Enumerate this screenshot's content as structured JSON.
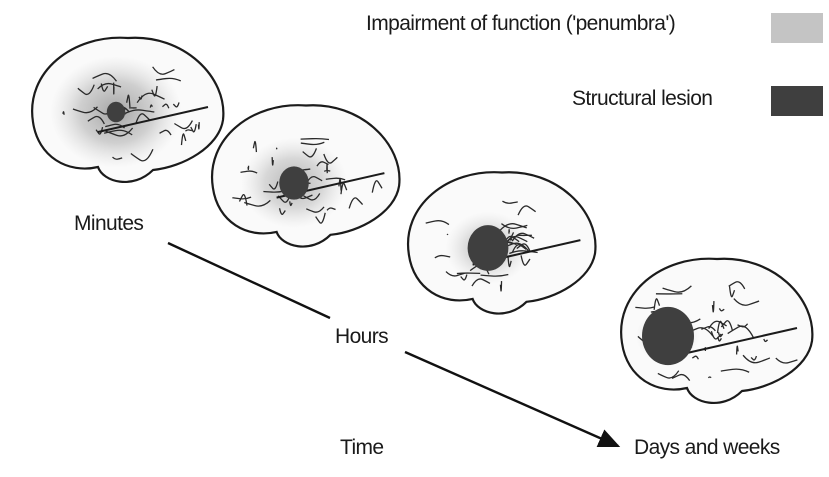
{
  "legend": {
    "penumbra_label": "Impairment of function ('penumbra')",
    "lesion_label": "Structural lesion",
    "penumbra_color": "#c4c4c4",
    "lesion_color": "#3f3f3f"
  },
  "timeline": {
    "minutes": "Minutes",
    "hours": "Hours",
    "days": "Days and weeks",
    "axis": "Time"
  },
  "stages": [
    {
      "stage": "minutes",
      "penumbra_level": 0.9,
      "lesion_level": 0.15
    },
    {
      "stage": "hours-early",
      "penumbra_level": 0.6,
      "lesion_level": 0.35
    },
    {
      "stage": "hours-late",
      "penumbra_level": 0.35,
      "lesion_level": 0.55
    },
    {
      "stage": "days-and-weeks",
      "penumbra_level": 0.1,
      "lesion_level": 0.75
    }
  ],
  "icons": [
    "brain-icon",
    "arrow-icon"
  ]
}
